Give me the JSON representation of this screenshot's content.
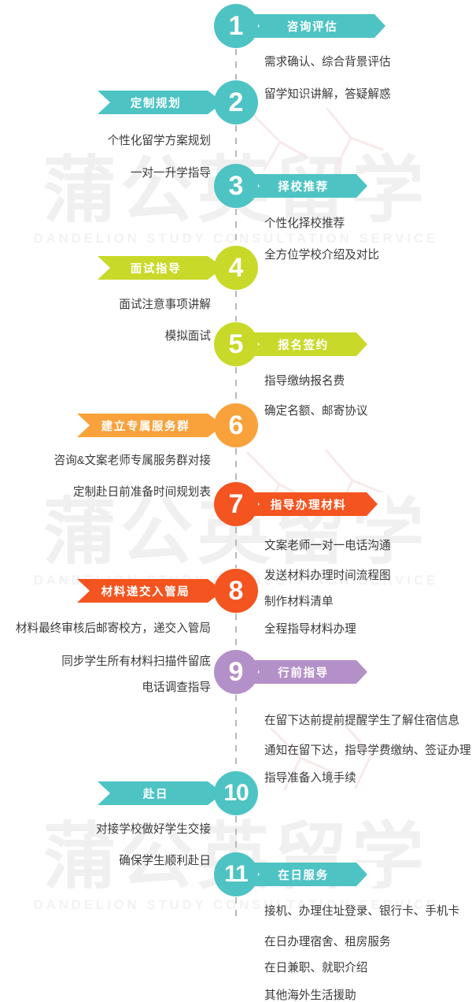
{
  "watermark": {
    "cn": "蒲公英留学",
    "en": "DANDELION STUDY CONSULTATION SERVICE"
  },
  "colors": {
    "teal": "#4ec3c4",
    "teal_light": "#5ec9c8",
    "lime": "#c8d92a",
    "lime_dark": "#c6d82b",
    "orange": "#f9a23c",
    "orange_deep": "#f4541f",
    "orange_red": "#f05a22",
    "purple": "#b490c8"
  },
  "steps": [
    {
      "number": "1",
      "title": "咨询评估",
      "side": "right",
      "color": "#4ec3c4",
      "details": [
        "需求确认、综合背景评估",
        "留学知识讲解，答疑解惑"
      ]
    },
    {
      "number": "2",
      "title": "定制规划",
      "side": "left",
      "color": "#4ec3c4",
      "details": [
        "个性化留学方案规划",
        "一对一升学指导"
      ]
    },
    {
      "number": "3",
      "title": "择校推荐",
      "side": "right",
      "color": "#4ec3c4",
      "details": [
        "个性化择校推荐",
        "全方位学校介绍及对比"
      ]
    },
    {
      "number": "4",
      "title": "面试指导",
      "side": "left",
      "color": "#c8d92a",
      "details": [
        "面试注意事项讲解",
        "模拟面试"
      ]
    },
    {
      "number": "5",
      "title": "报名签约",
      "side": "right",
      "color": "#c8d92a",
      "details": [
        "指导缴纳报名费",
        "确定名额、邮寄协议"
      ]
    },
    {
      "number": "6",
      "title": "建立专属服务群",
      "side": "left",
      "color": "#f9a23c",
      "details": [
        "咨询&文案老师专属服务群对接",
        "定制赴日前准备时间规划表"
      ]
    },
    {
      "number": "7",
      "title": "指导办理材料",
      "side": "right",
      "color": "#f4541f",
      "details": [
        "文案老师一对一电话沟通",
        "发送材料办理时间流程图",
        "制作材料清单",
        "全程指导材料办理"
      ]
    },
    {
      "number": "8",
      "title": "材料递交入管局",
      "side": "left",
      "color": "#f4541f",
      "details": [
        "材料最终审核后邮寄校方，递交入管局",
        "同步学生所有材料扫描件留底",
        "电话调查指导"
      ]
    },
    {
      "number": "9",
      "title": "行前指导",
      "side": "right",
      "color": "#b490c8",
      "details": [
        "在留下达前提前提醒学生了解住宿信息",
        "通知在留下达，指导学费缴纳、签证办理",
        "指导准备入境手续"
      ]
    },
    {
      "number": "10",
      "title": "赴日",
      "side": "left",
      "color": "#4ec3c4",
      "details": [
        "对接学校做好学生交接",
        "确保学生顺利赴日"
      ]
    },
    {
      "number": "11",
      "title": "在日服务",
      "side": "right",
      "color": "#4ec3c4",
      "details": [
        "接机、办理住址登录、银行卡、手机卡",
        "在日办理宿舍、租房服务",
        "在日兼职、就职介绍",
        "其他海外生活援助"
      ]
    }
  ]
}
